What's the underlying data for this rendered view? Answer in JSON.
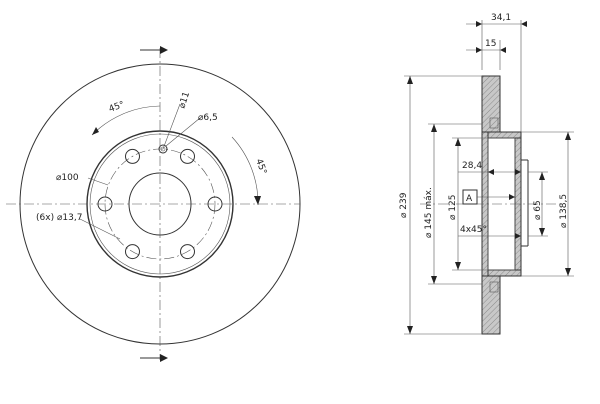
{
  "front_view": {
    "labels": {
      "angle_top": "45°",
      "angle_right": "45°",
      "hole_small": "11",
      "hole_bolt": "6,5",
      "pcd": "100",
      "center_hole_prefix": "(6x)",
      "center_hole": "13,7"
    },
    "bolt_hole_count": 6
  },
  "side_view": {
    "labels": {
      "total_thickness": "34,1",
      "disc_thickness": "15",
      "outer_diameter": "239",
      "hat_diameter": "145 máx.",
      "centering_diameter": "125",
      "hub_depth": "28,4",
      "datum": "A",
      "bore_diameter": "65",
      "chamfer": "4x45°",
      "inner_diameter": "138,5"
    }
  },
  "symbols": {
    "diameter": "⌀"
  }
}
